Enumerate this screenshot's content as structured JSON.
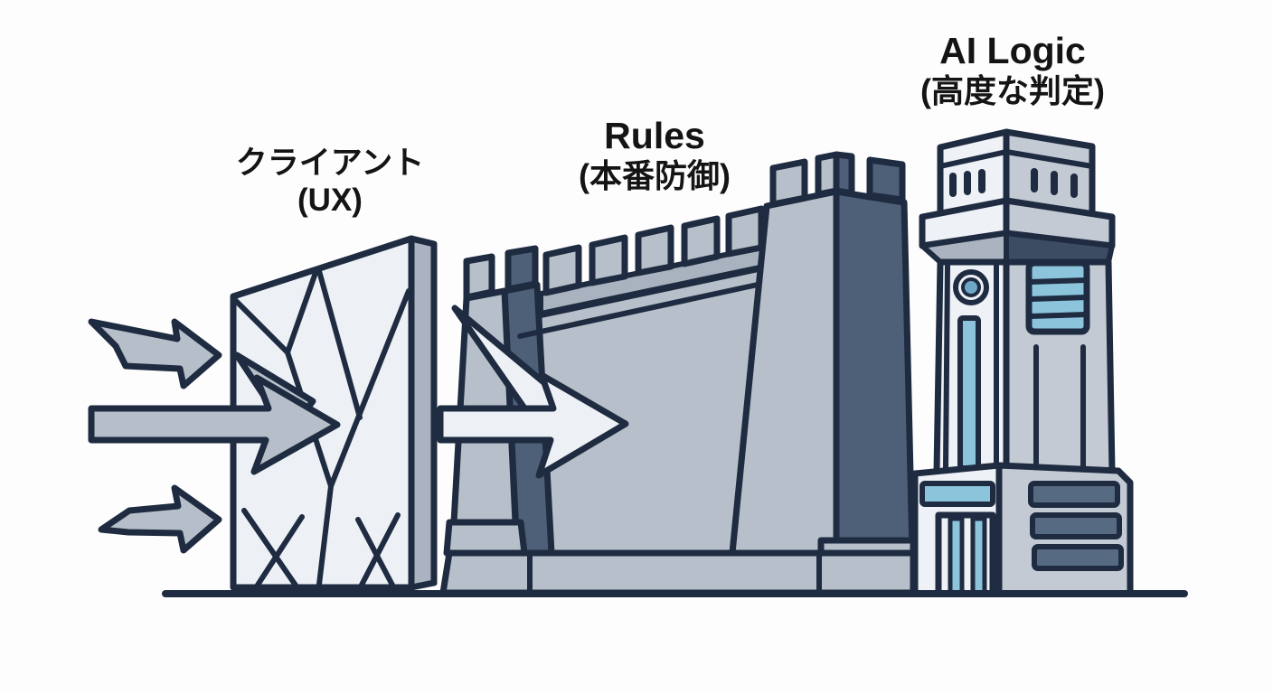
{
  "labels": {
    "client": {
      "line1": "クライアント",
      "line2": "(UX)"
    },
    "rules": {
      "line1": "Rules",
      "line2": "(本番防御)"
    },
    "ai_logic": {
      "line1": "AI Logic",
      "line2": "(高度な判定)"
    }
  },
  "colors": {
    "background": "#fdfdfd",
    "ink": "#1e2b40",
    "text": "#141414",
    "panel_light": "#edf1f6",
    "arrow_gray": "#b6bec9",
    "wall_gray": "#b7c0ca",
    "parapet_gray": "#a9b3c0",
    "buttress_slate": "#4d6078",
    "side_gray": "#aab3bf",
    "tower_face_light": "#eef1f6",
    "tower_face_gray": "#c3cad4",
    "window_blue": "#8cc4dc",
    "porthole_blue": "#6fa8c6",
    "slat_slate": "#566a82",
    "cornice_dark": "#3c4c63"
  }
}
